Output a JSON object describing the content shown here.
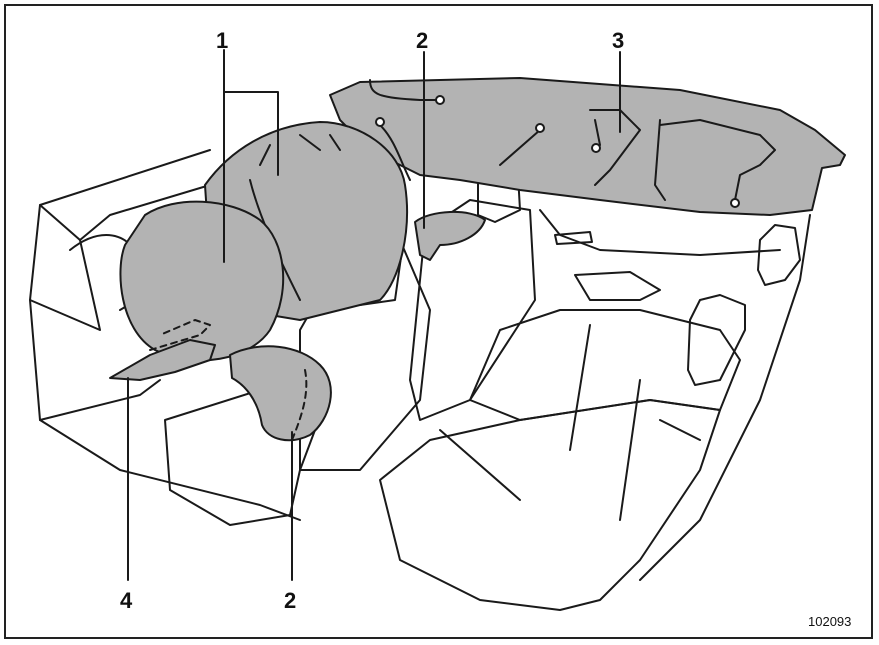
{
  "callouts": {
    "c1": "1",
    "c2_top": "2",
    "c3": "3",
    "c4": "4",
    "c2_bottom": "2"
  },
  "figure_id": "102093",
  "colors": {
    "airbag_fill": "#b3b3b3",
    "outline": "#1a1a1a",
    "background": "#ffffff"
  }
}
